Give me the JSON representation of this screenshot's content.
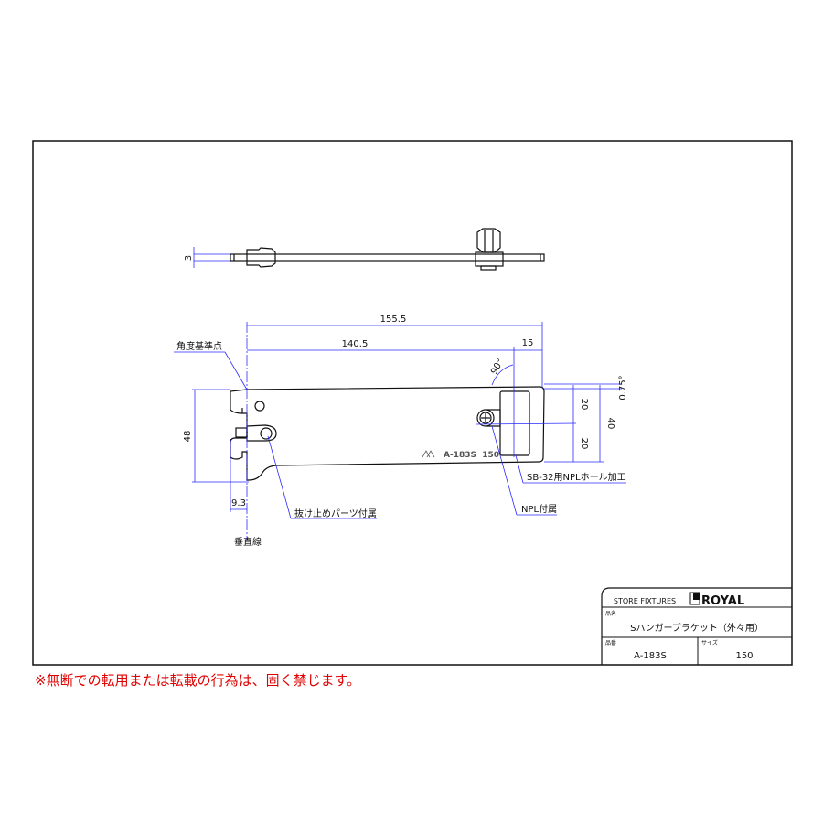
{
  "drawing": {
    "dimensions": {
      "thickness": "3",
      "overall_length": "155.5",
      "hole_position": "140.5",
      "end_offset": "15",
      "angle_right": "90°",
      "tilt_angle": "0.75°",
      "height": "48",
      "upper_half": "20",
      "lower_half": "20",
      "total_height": "40",
      "hook_depth": "9.3"
    },
    "labels": {
      "angle_reference": "角度基準点",
      "stopper": "抜け止めパーツ付属",
      "npl_hole": "SB-32用NPLホール加工",
      "npl": "NPL付属",
      "vertical_line": "垂直線"
    },
    "part_marking": "A-183S  150"
  },
  "title_block": {
    "category": "STORE FIXTURES",
    "brand": "ROYAL",
    "name_label": "品名",
    "name": "Sハンガーブラケット（外々用）",
    "number_label": "品番",
    "number": "A-183S",
    "size_label": "サイズ",
    "size": "150"
  },
  "notice": "※無断での転用または転載の行為は、固く禁じます。",
  "colors": {
    "dimension": "#2a2aff",
    "notice": "#e00000"
  }
}
